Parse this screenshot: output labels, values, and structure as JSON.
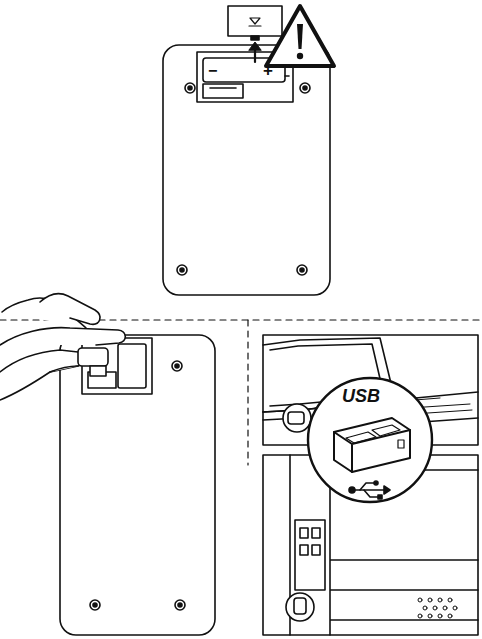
{
  "diagram": {
    "labels": [
      "−",
      "+",
      "USB"
    ]
  }
}
